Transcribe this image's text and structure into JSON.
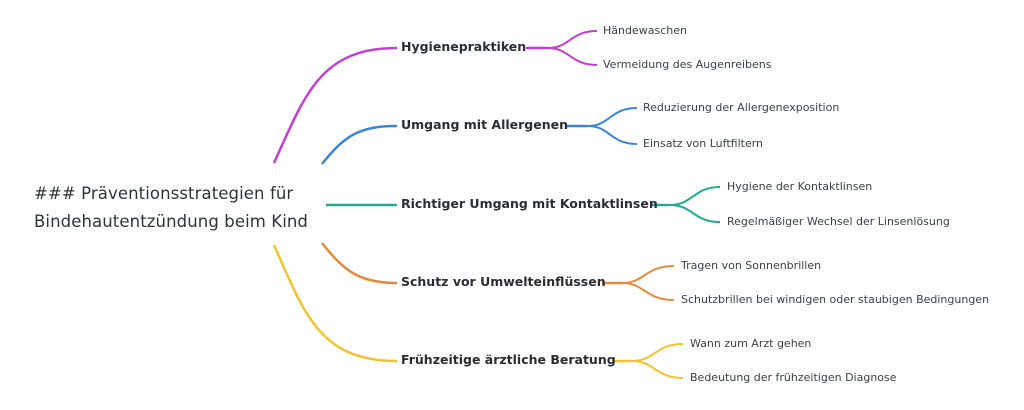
{
  "root": {
    "line1": "### Präventionsstrategien für",
    "line2": "Bindehautentzündung beim Kind"
  },
  "branches": [
    {
      "label": "Hygienepraktiken",
      "color": "#c03fd0",
      "children": [
        "Händewaschen",
        "Vermeidung des Augenreibens"
      ]
    },
    {
      "label": "Umgang mit Allergenen",
      "color": "#3b86d6",
      "children": [
        "Reduzierung der Allergenexposition",
        "Einsatz von Luftfiltern"
      ]
    },
    {
      "label": "Richtiger Umgang mit Kontaktlinsen",
      "color": "#22a99a",
      "children": [
        "Hygiene der Kontaktlinsen",
        "Regelmäßiger Wechsel der Linsenlösung"
      ]
    },
    {
      "label": "Schutz vor Umwelteinflüssen",
      "color": "#e58a3c",
      "children": [
        "Tragen von Sonnenbrillen",
        "Schutzbrillen bei windigen oder staubigen Bedingungen"
      ]
    },
    {
      "label": "Frühzeitige ärztliche Beratung",
      "color": "#f2c230",
      "children": [
        "Wann zum Arzt gehen",
        "Bedeutung der frühzeitigen Diagnose"
      ]
    }
  ]
}
